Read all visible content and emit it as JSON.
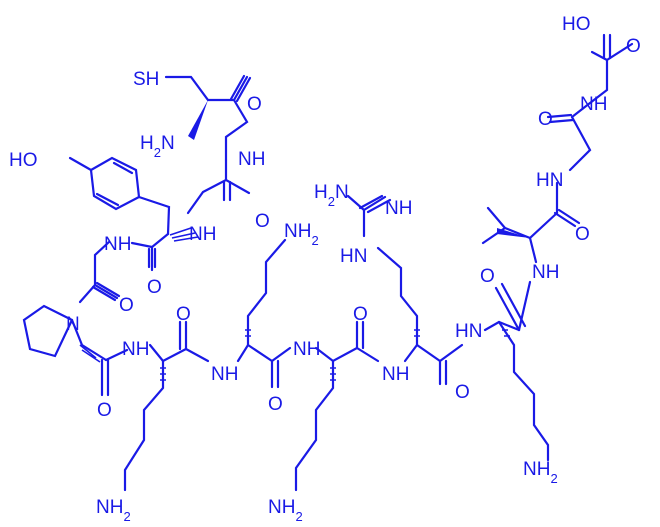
{
  "colors": {
    "structure": "#1a1ae6",
    "background": "#ffffff"
  },
  "labels": {
    "thiol": "SH",
    "cys_amine": "H2N",
    "cys_carbonyl_o": "O",
    "gly1_nh": "NH",
    "gly1_carbonyl_o": "O",
    "tyr_hydroxyl": "HO",
    "tyr_nh": "NH",
    "tyr_carbonyl_o": "O",
    "gly2_nh": "NH",
    "gly2_carbonyl_o": "O",
    "pro_n": "N",
    "pro_carbonyl_o": "O",
    "lys1_nh": "NH",
    "lys1_amine": "NH2",
    "lys1_carbonyl_o": "O",
    "lys2_nh": "NH",
    "lys2_amine": "NH2",
    "lys2_carbonyl_o": "O",
    "lys3_nh": "NH",
    "lys3_amine": "NH2",
    "lys3_carbonyl_o": "O",
    "arg_nh": "NH",
    "arg_guan_nh": "HN",
    "arg_imine": "NH",
    "arg_amine": "H2N",
    "arg_carbonyl_o": "O",
    "lys4_nh": "HN",
    "lys4_amine": "NH2",
    "lys4_carbonyl_o": "O",
    "val_nh": "NH",
    "val_carbonyl_o": "O",
    "gly3_nh": "HN",
    "gly3_carbonyl_o": "O",
    "gly4_nh": "NH",
    "acid_carbonyl_o": "O",
    "acid_hydroxyl": "HO"
  }
}
